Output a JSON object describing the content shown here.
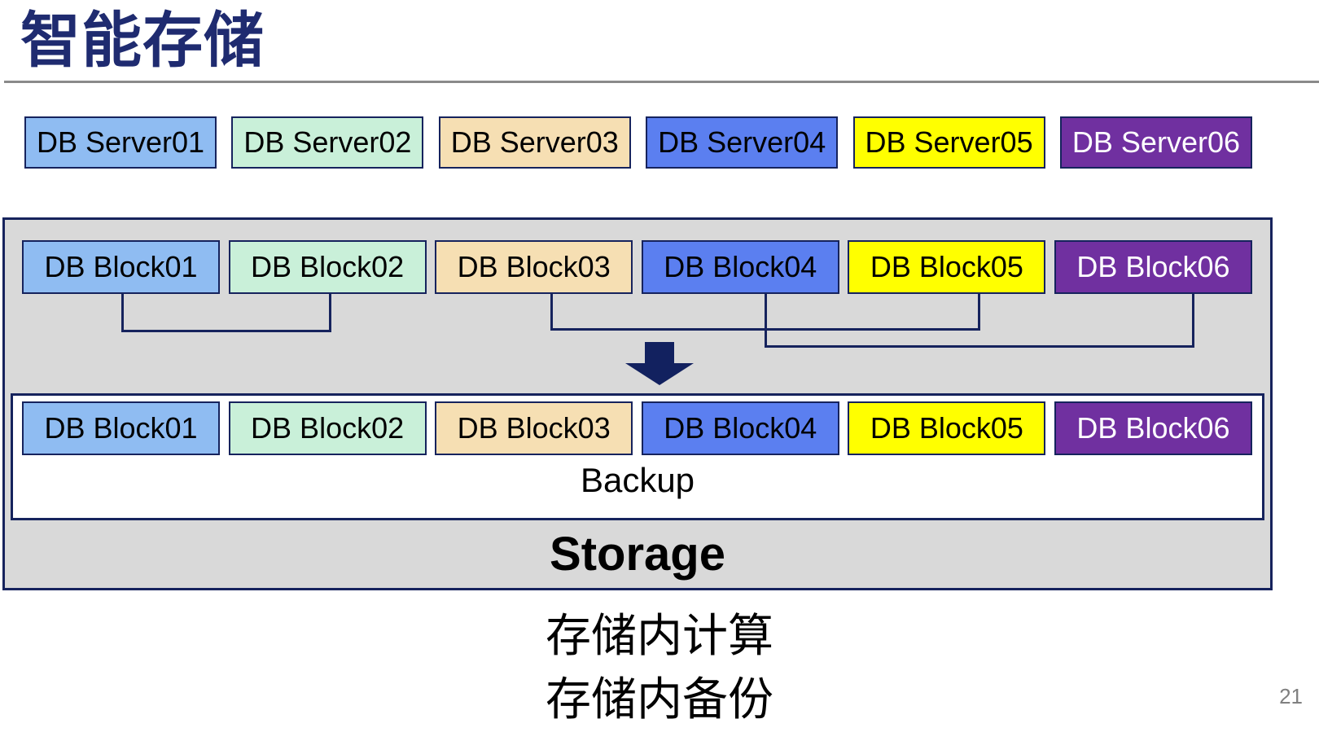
{
  "title": "智能存储",
  "page_number": "21",
  "colors": {
    "navy_border": "#16235D",
    "title_navy": "#1F2B70",
    "container_gray": "#D9D9D9",
    "arrow_navy": "#12215F"
  },
  "servers": [
    {
      "label": "DB Server01",
      "fill": "#8FBCF2",
      "text_color": "#000000"
    },
    {
      "label": "DB Server02",
      "fill": "#C9F0D9",
      "text_color": "#000000"
    },
    {
      "label": "DB Server03",
      "fill": "#F6DFB3",
      "text_color": "#000000"
    },
    {
      "label": "DB Server04",
      "fill": "#5B7FF0",
      "text_color": "#000000"
    },
    {
      "label": "DB Server05",
      "fill": "#FFFF00",
      "text_color": "#000000"
    },
    {
      "label": "DB Server06",
      "fill": "#7030A0",
      "text_color": "#FFFFFF"
    }
  ],
  "storage_unit": {
    "top_blocks": [
      {
        "label": "DB Block01",
        "fill": "#8FBCF2",
        "text_color": "#000000"
      },
      {
        "label": "DB Block02",
        "fill": "#C9F0D9",
        "text_color": "#000000"
      },
      {
        "label": "DB Block03",
        "fill": "#F6DFB3",
        "text_color": "#000000"
      },
      {
        "label": "DB Block04",
        "fill": "#5B7FF0",
        "text_color": "#000000"
      },
      {
        "label": "DB Block05",
        "fill": "#FFFF00",
        "text_color": "#000000"
      },
      {
        "label": "DB Block06",
        "fill": "#7030A0",
        "text_color": "#FFFFFF"
      }
    ],
    "bottom_blocks": [
      {
        "label": "DB Block01",
        "fill": "#8FBCF2",
        "text_color": "#000000"
      },
      {
        "label": "DB Block02",
        "fill": "#C9F0D9",
        "text_color": "#000000"
      },
      {
        "label": "DB Block03",
        "fill": "#F6DFB3",
        "text_color": "#000000"
      },
      {
        "label": "DB Block04",
        "fill": "#5B7FF0",
        "text_color": "#000000"
      },
      {
        "label": "DB Block05",
        "fill": "#FFFF00",
        "text_color": "#000000"
      },
      {
        "label": "DB Block06",
        "fill": "#7030A0",
        "text_color": "#FFFFFF"
      }
    ],
    "backup_label": "Backup",
    "storage_label": "Storage"
  },
  "captions": {
    "line1": "存储内计算",
    "line2": "存储内备份"
  }
}
